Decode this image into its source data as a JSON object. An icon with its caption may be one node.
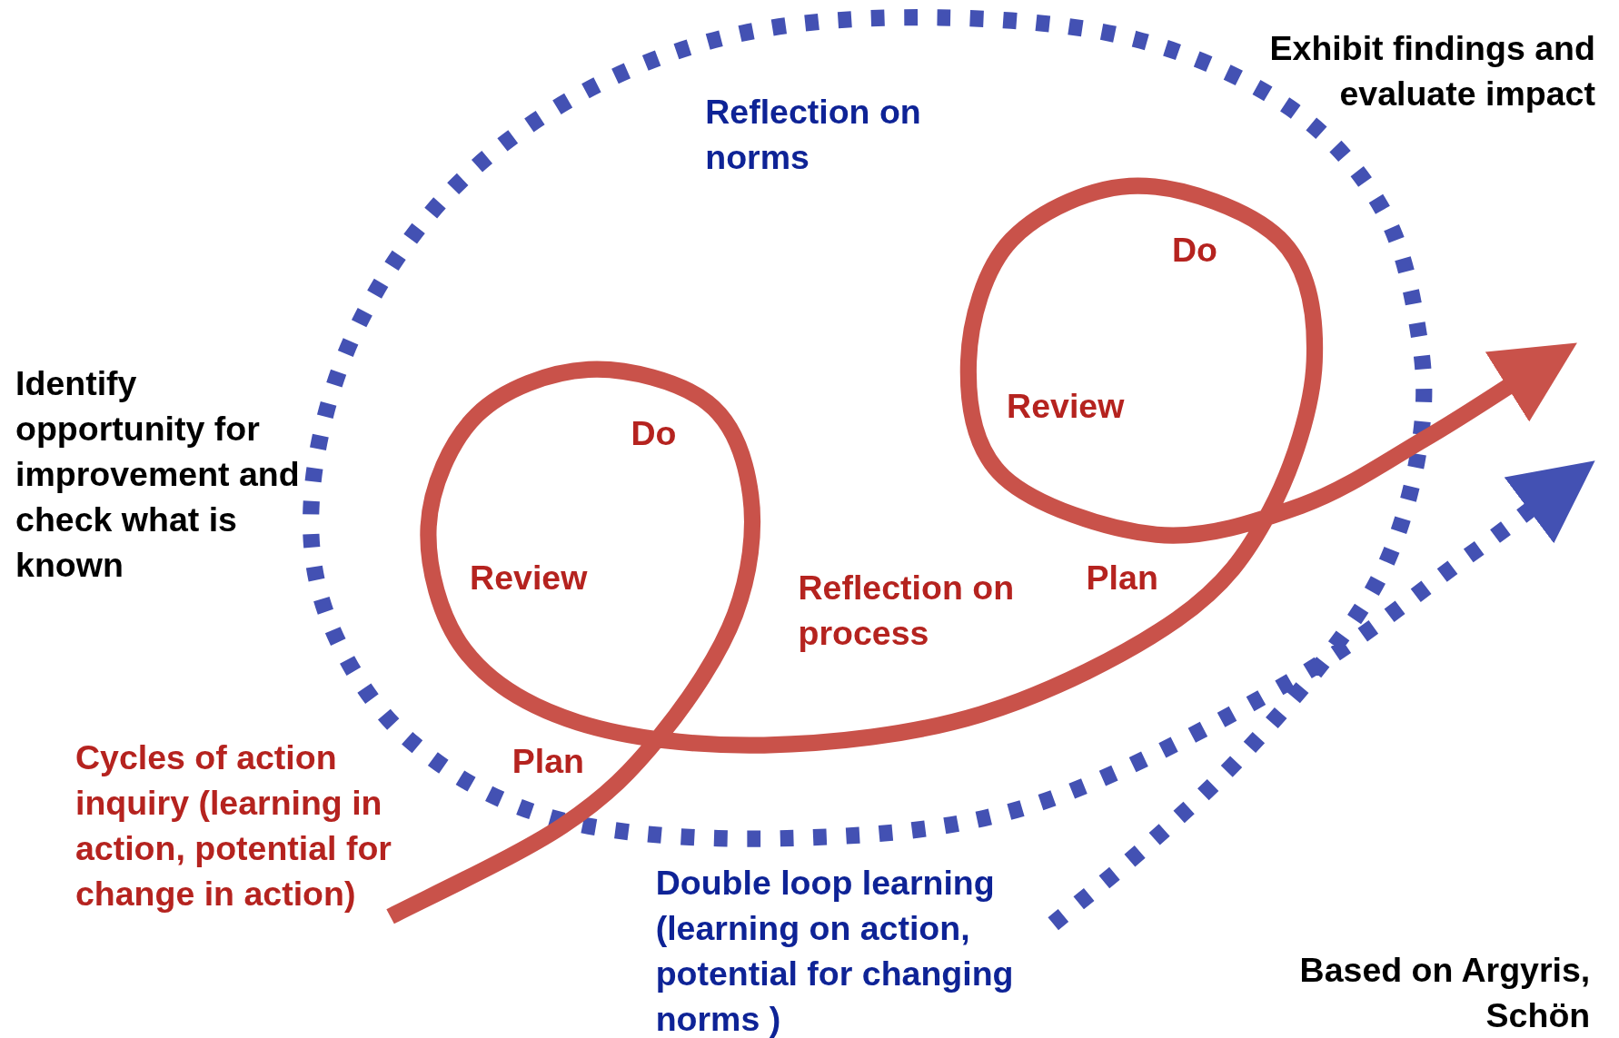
{
  "diagram": {
    "labels": [
      "Exhibit findings and evaluate impact",
      "Reflection on norms",
      "Do",
      "Identify opportunity for improvement and check what is known",
      "Review",
      "Do",
      "Review",
      "Plan",
      "Reflection on process",
      "Cycles of action inquiry (learning in action, potential for change in action)",
      "Plan",
      "Double loop learning (learning on action, potential for changing norms )",
      "Based on Argyris, Schön"
    ]
  }
}
